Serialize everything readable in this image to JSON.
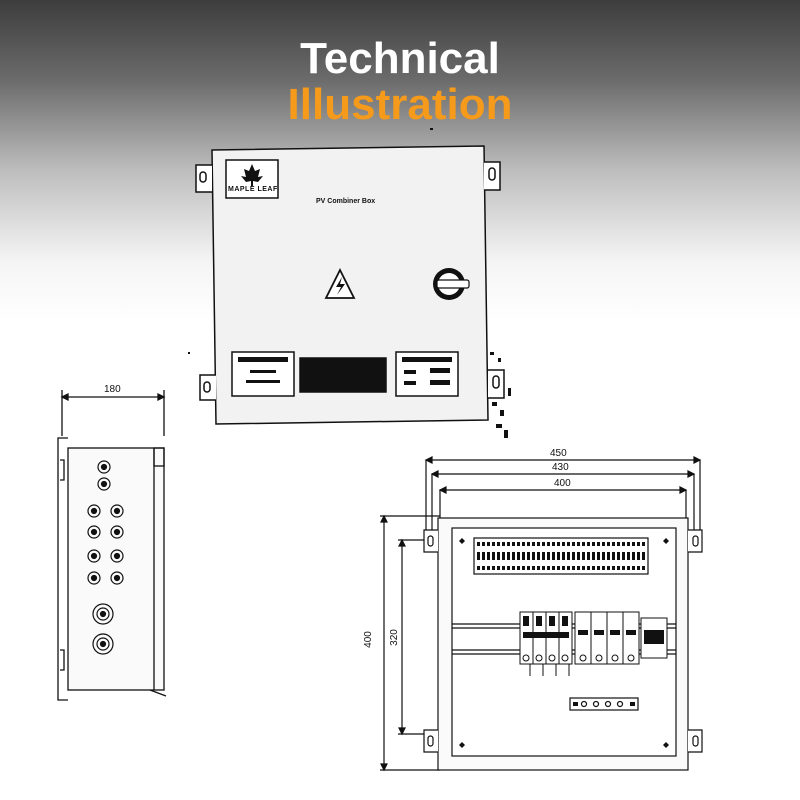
{
  "header": {
    "line1": "Technical",
    "line2": "Illustration",
    "line1_color": "#ffffff",
    "line2_color": "#f59a1b"
  },
  "front_view": {
    "brand_text": "MAPLE LEAF",
    "label": "PV Combiner Box",
    "icons": [
      "maple-leaf-icon",
      "high-voltage-warning-icon",
      "isolator-switch-icon"
    ]
  },
  "side_view": {
    "depth_dimension": "180"
  },
  "internal_view": {
    "widths": [
      "450",
      "430",
      "400"
    ],
    "heights": [
      "400",
      "320"
    ]
  }
}
